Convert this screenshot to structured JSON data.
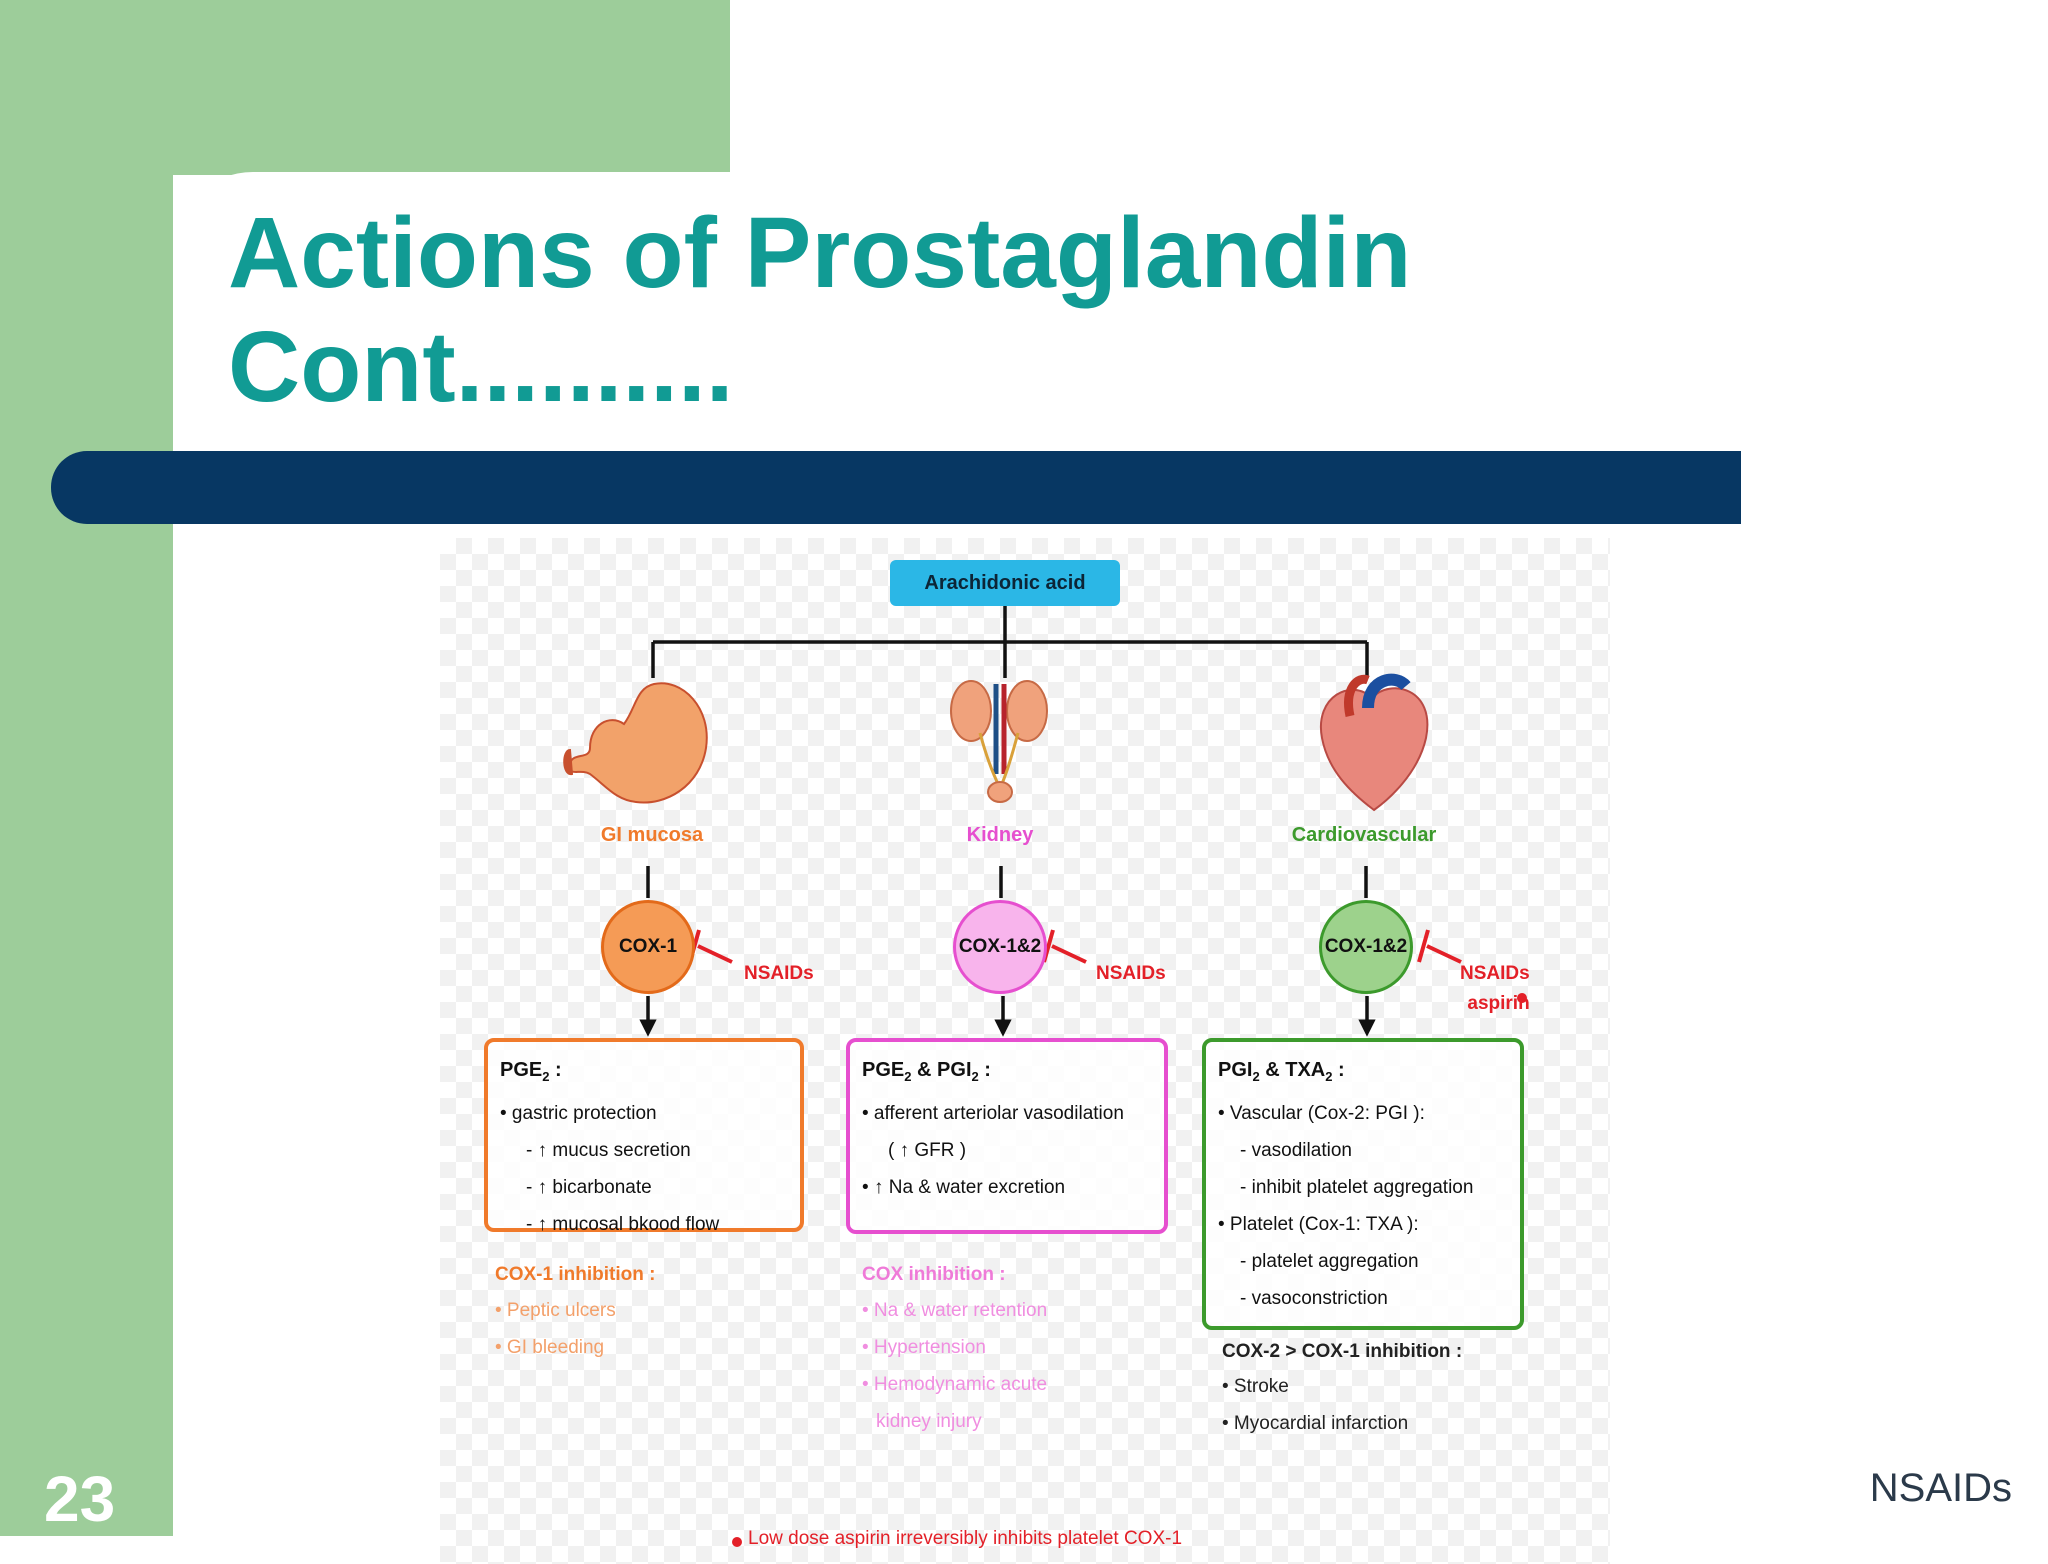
{
  "slide": {
    "title": "Actions of Prostaglandin\nCont..........",
    "number": "23",
    "footer": "NSAIDs"
  },
  "colors": {
    "teal_title": "#119b94",
    "green_bg": "#9dcd9a",
    "navy_bar": "#073763",
    "gi_orange": "#f07a2b",
    "kidney_pink": "#e64fcf",
    "cardio_green": "#3c9a2c",
    "inhibit_red": "#e32028"
  },
  "diagram": {
    "root": "Arachidonic acid",
    "footnote": "Low dose aspirin irreversibly inhibits platelet COX-1",
    "branches": [
      {
        "organ": "GI mucosa",
        "icon": "stomach-icon",
        "enzyme": "COX-1",
        "inhibitor": "NSAIDs",
        "box": {
          "header": "PGE",
          "header_sub": "2",
          "header_tail": " :",
          "lines": [
            "• gastric protection",
            "mucus secretion",
            "bicarbonate",
            "mucosal bkood flow"
          ]
        },
        "inhibition_title": "COX-1 inhibition :",
        "effects": [
          "• Peptic ulcers",
          "• GI bleeding"
        ]
      },
      {
        "organ": "Kidney",
        "icon": "kidney-icon",
        "enzyme": "COX-1&2",
        "inhibitor": "NSAIDs",
        "box": {
          "header": "PGE",
          "header_sub": "2",
          "header_mid": " & PGI",
          "header_sub2": "2",
          "header_tail": " :",
          "lines": [
            "• afferent arteriolar vasodilation",
            "(",
            "GFR )",
            "•",
            "Na & water excretion"
          ]
        },
        "inhibition_title": "COX inhibition :",
        "effects": [
          "• Na & water retention",
          "• Hypertension",
          "• Hemodynamic acute",
          "kidney injury"
        ]
      },
      {
        "organ": "Cardiovascular",
        "icon": "heart-icon",
        "enzyme": "COX-1&2",
        "inhibitor": "NSAIDs",
        "inhibitor_extra": "aspirin",
        "box": {
          "header": "PGI",
          "header_sub": "2",
          "header_mid": " & TXA",
          "header_sub2": "2",
          "header_tail": " :",
          "lines": [
            "• Vascular (Cox-2: PGI  ):",
            "- vasodilation",
            "- inhibit platelet aggregation",
            "• Platelet (Cox-1: TXA  ):",
            "- platelet aggregation",
            "- vasoconstriction"
          ]
        },
        "inhibition_title": "COX-2 > COX-1 inhibition :",
        "effects": [
          "• Stroke",
          "• Myocardial infarction"
        ]
      }
    ]
  }
}
